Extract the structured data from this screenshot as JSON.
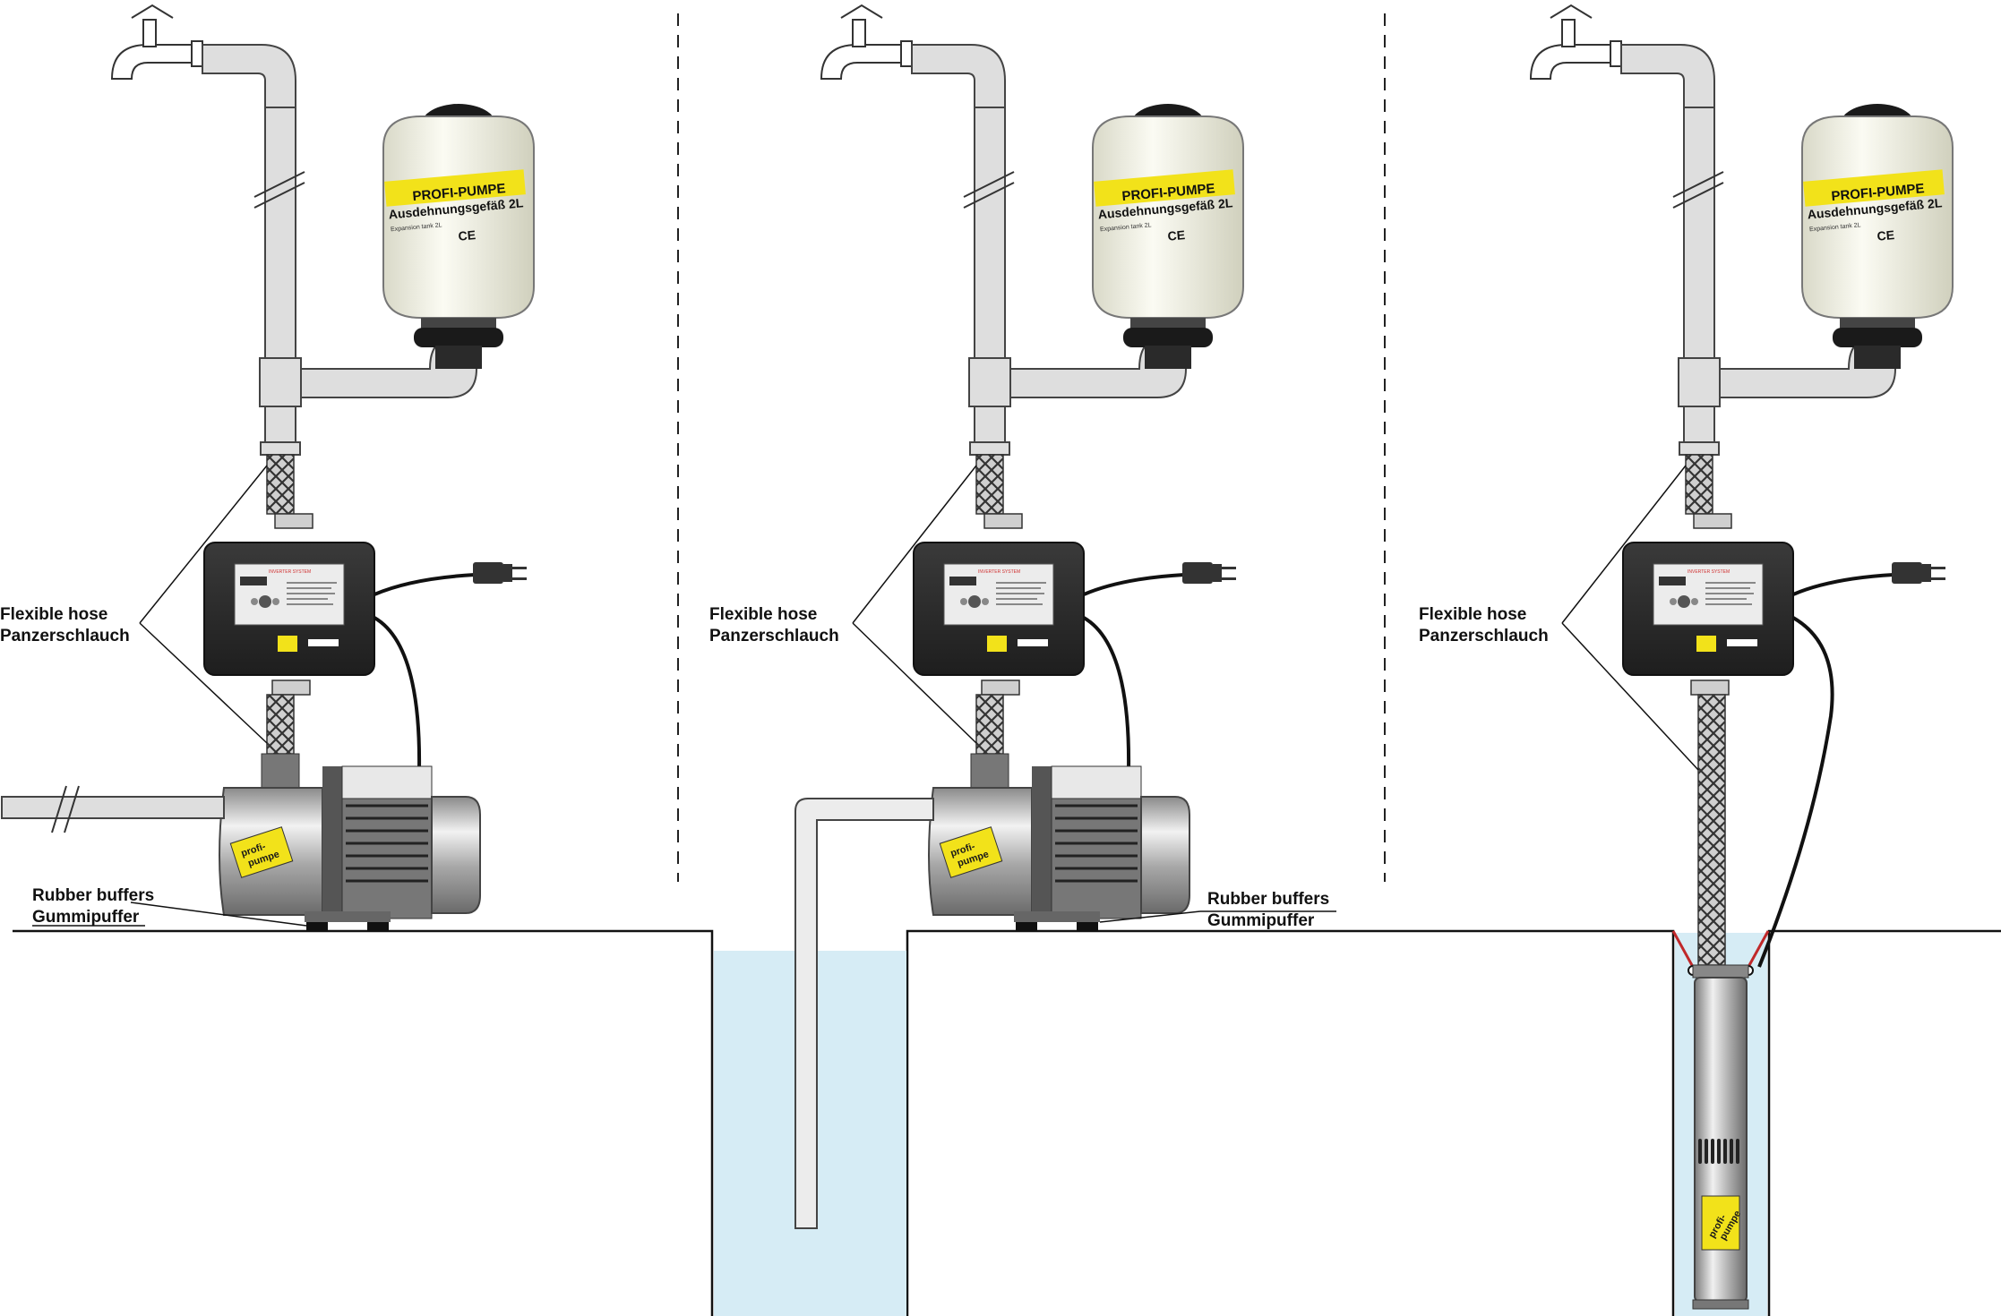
{
  "labels": {
    "hose_en": "Flexible hose",
    "hose_de": "Panzerschlauch",
    "buffer_en": "Rubber buffers",
    "buffer_de": "Gummipuffer"
  },
  "tank": {
    "brand": "PROFI-PUMPE",
    "title": "Ausdehnungsgefäß 2L",
    "subtitle": "Expansion tank 2L",
    "ce_mark": "CE"
  },
  "controller": {
    "header": "INVERTER SYSTEM"
  },
  "pump": {
    "logo_line1": "profi-",
    "logo_line2": "pumpe"
  },
  "colors": {
    "pipe": "#dedede",
    "pipe_stroke": "#555555",
    "water": "#d6ecf5",
    "controller": "#2b2b2b",
    "logo_yellow": "#f2e21a",
    "red_wire": "#c0282a"
  },
  "scenes": [
    {
      "id": "surface-pump-suction-pipe"
    },
    {
      "id": "surface-pump-well-pipe"
    },
    {
      "id": "submersible-pump-borehole"
    }
  ]
}
